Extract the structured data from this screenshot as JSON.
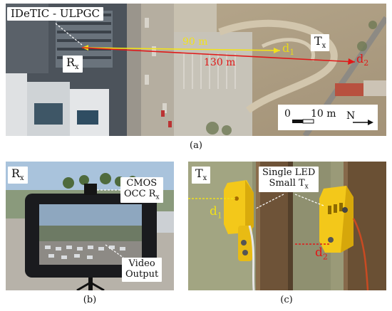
{
  "panel_a": {
    "site_label": "IDeTIC - ULPGC",
    "rx_label": "R",
    "rx_sub": "x",
    "tx_label": "T",
    "tx_sub": "x",
    "dist_90": "90 m",
    "dist_130": "130 m",
    "d1": "d",
    "d1_sub": "1",
    "d2": "d",
    "d2_sub": "2",
    "scale_zero": "0",
    "scale_ten": "10 m",
    "north": "N",
    "caption": "(a)",
    "colors": {
      "yellow_line": "#f2e21a",
      "red_line": "#e01818",
      "d1": "#e8d81a",
      "d2": "#e01818"
    }
  },
  "panel_b": {
    "rx_label": "R",
    "rx_sub": "x",
    "cmos_line1": "CMOS",
    "cmos_line2": "OCC R",
    "cmos_sub": "x",
    "video_line1": "Video",
    "video_line2": "Output",
    "caption": "(b)"
  },
  "panel_c": {
    "tx_label": "T",
    "tx_sub": "x",
    "led_line1": "Single LED",
    "led_line2": "Small T",
    "led_sub": "x",
    "d1": "d",
    "d1_sub": "1",
    "d2": "d",
    "d2_sub": "2",
    "caption": "(c)"
  }
}
